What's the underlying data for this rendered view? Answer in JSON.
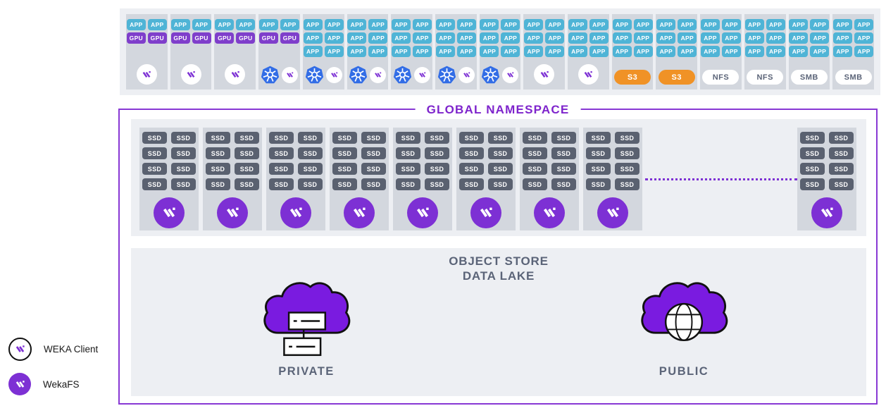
{
  "labels": {
    "app": "APP",
    "gpu": "GPU",
    "ssd": "SSD"
  },
  "clients": {
    "columns": [
      {
        "app_badges": 2,
        "gpu_badges": 2,
        "footer": "weka"
      },
      {
        "app_badges": 2,
        "gpu_badges": 2,
        "footer": "weka"
      },
      {
        "app_badges": 2,
        "gpu_badges": 2,
        "footer": "weka"
      },
      {
        "app_badges": 2,
        "gpu_badges": 2,
        "footer": "k8s-weka"
      },
      {
        "app_badges": 6,
        "gpu_badges": 0,
        "footer": "k8s-weka"
      },
      {
        "app_badges": 6,
        "gpu_badges": 0,
        "footer": "k8s-weka"
      },
      {
        "app_badges": 6,
        "gpu_badges": 0,
        "footer": "k8s-weka"
      },
      {
        "app_badges": 6,
        "gpu_badges": 0,
        "footer": "k8s-weka"
      },
      {
        "app_badges": 6,
        "gpu_badges": 0,
        "footer": "k8s-weka"
      },
      {
        "app_badges": 6,
        "gpu_badges": 0,
        "footer": "weka"
      },
      {
        "app_badges": 6,
        "gpu_badges": 0,
        "footer": "weka"
      },
      {
        "app_badges": 6,
        "gpu_badges": 0,
        "footer": "pill",
        "pill_label": "S3",
        "pill_style": "orange"
      },
      {
        "app_badges": 6,
        "gpu_badges": 0,
        "footer": "pill",
        "pill_label": "S3",
        "pill_style": "orange"
      },
      {
        "app_badges": 6,
        "gpu_badges": 0,
        "footer": "pill",
        "pill_label": "NFS",
        "pill_style": "white"
      },
      {
        "app_badges": 6,
        "gpu_badges": 0,
        "footer": "pill",
        "pill_label": "NFS",
        "pill_style": "white"
      },
      {
        "app_badges": 6,
        "gpu_badges": 0,
        "footer": "pill",
        "pill_label": "SMB",
        "pill_style": "white"
      },
      {
        "app_badges": 6,
        "gpu_badges": 0,
        "footer": "pill",
        "pill_label": "SMB",
        "pill_style": "white"
      }
    ]
  },
  "global_namespace": {
    "title": "GLOBAL NAMESPACE",
    "left_node_count": 8,
    "right_node_count": 1,
    "ssds_per_node": 8
  },
  "object_store": {
    "title_line1": "OBJECT STORE",
    "title_line2": "DATA LAKE",
    "clouds": [
      {
        "label": "PRIVATE",
        "icon": "private-cloud-servers-icon"
      },
      {
        "label": "PUBLIC",
        "icon": "public-cloud-globe-icon"
      }
    ]
  },
  "legend": {
    "items": [
      {
        "id": "weka-client",
        "icon": "weka-client-icon",
        "label": "WEKA Client"
      },
      {
        "id": "wekafs",
        "icon": "wekafs-icon",
        "label": "WekaFS"
      }
    ]
  },
  "colors": {
    "app_badge": "#4fb4d6",
    "gpu_badge": "#7f3ecb",
    "ssd_badge": "#5a6170",
    "weka_purple": "#7d30d4",
    "cloud_purple": "#7a1be0",
    "k8s_blue": "#326de6",
    "s3_orange": "#f09226",
    "title_purple": "#7e24cc",
    "border_purple": "#8838d4",
    "slate_text": "#5b6478",
    "strip_bg": "#edeff3",
    "node_bg": "#d3d7de"
  }
}
